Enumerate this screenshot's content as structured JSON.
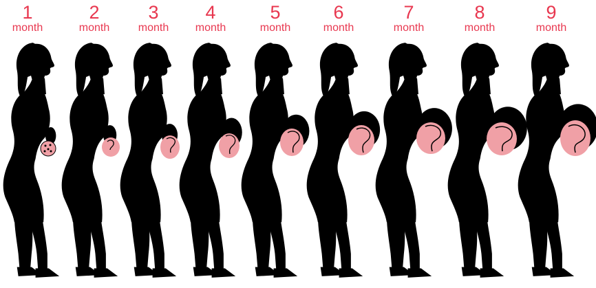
{
  "colors": {
    "label": "#e8374f",
    "silhouette": "#000000",
    "fetus": "#f0a0a6",
    "background": "#ffffff"
  },
  "stages": [
    {
      "number": "1",
      "unit": "month"
    },
    {
      "number": "2",
      "unit": "month"
    },
    {
      "number": "3",
      "unit": "month"
    },
    {
      "number": "4",
      "unit": "month"
    },
    {
      "number": "5",
      "unit": "month"
    },
    {
      "number": "6",
      "unit": "month"
    },
    {
      "number": "7",
      "unit": "month"
    },
    {
      "number": "8",
      "unit": "month"
    },
    {
      "number": "9",
      "unit": "month"
    }
  ]
}
